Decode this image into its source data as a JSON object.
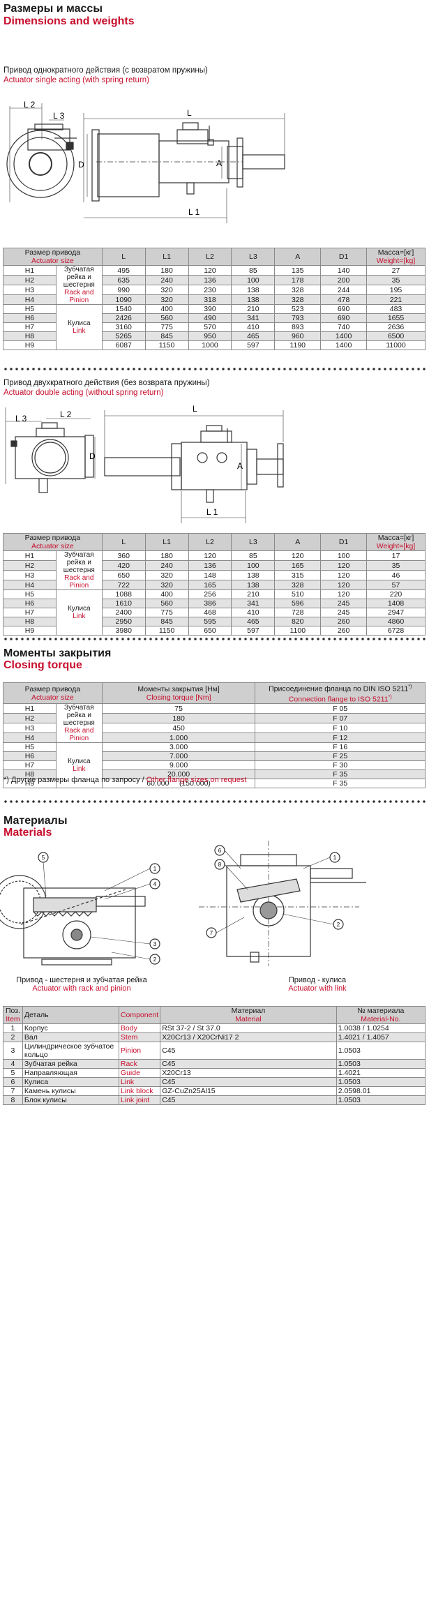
{
  "sec1": {
    "title_ru": "Размеры и массы",
    "title_en": "Dimensions and weights"
  },
  "single": {
    "cap_ru": "Привод однократного действия (с возвратом пружины)",
    "cap_en": "Actuator single acting (with spring return)",
    "dim": {
      "L": "L",
      "L1": "L 1",
      "L2": "L 2",
      "L3": "L 3",
      "D": "D",
      "A": "A"
    }
  },
  "head": {
    "size_ru": "Размер привода",
    "size_en": "Actuator size",
    "mass_ru": "Масса=[кг]",
    "mass_en": "Weight=[kg]",
    "cols": [
      "L",
      "L1",
      "L2",
      "L3",
      "A",
      "D1"
    ]
  },
  "types": {
    "rack_ru": [
      "Зубчатая",
      "рейка и",
      "шестерня"
    ],
    "rack_en": [
      "Rack and",
      "Pinion"
    ],
    "link_ru": "Кулиса",
    "link_en": "Link"
  },
  "table1": [
    [
      "H1",
      "495",
      "180",
      "120",
      "85",
      "135",
      "140",
      "27"
    ],
    [
      "H2",
      "635",
      "240",
      "136",
      "100",
      "178",
      "200",
      "35"
    ],
    [
      "H3",
      "990",
      "320",
      "230",
      "138",
      "328",
      "244",
      "195"
    ],
    [
      "H4",
      "1090",
      "320",
      "318",
      "138",
      "328",
      "478",
      "221"
    ],
    [
      "H5",
      "1540",
      "400",
      "390",
      "210",
      "523",
      "690",
      "483"
    ],
    [
      "H6",
      "2426",
      "560",
      "490",
      "341",
      "793",
      "690",
      "1655"
    ],
    [
      "H7",
      "3160",
      "775",
      "570",
      "410",
      "893",
      "740",
      "2636"
    ],
    [
      "H8",
      "5265",
      "845",
      "950",
      "465",
      "960",
      "1400",
      "6500"
    ],
    [
      "H9",
      "6087",
      "1150",
      "1000",
      "597",
      "1190",
      "1400",
      "11000"
    ]
  ],
  "double": {
    "cap_ru": "Привод двухкратного действия (без возврата пружины)",
    "cap_en": "Actuator double acting (without spring return)"
  },
  "table2": [
    [
      "H1",
      "360",
      "180",
      "120",
      "85",
      "120",
      "100",
      "17"
    ],
    [
      "H2",
      "420",
      "240",
      "136",
      "100",
      "165",
      "120",
      "35"
    ],
    [
      "H3",
      "650",
      "320",
      "148",
      "138",
      "315",
      "120",
      "46"
    ],
    [
      "H4",
      "722",
      "320",
      "165",
      "138",
      "328",
      "120",
      "57"
    ],
    [
      "H5",
      "1088",
      "400",
      "256",
      "210",
      "510",
      "120",
      "220"
    ],
    [
      "H6",
      "1610",
      "560",
      "386",
      "341",
      "596",
      "245",
      "1408"
    ],
    [
      "H7",
      "2400",
      "775",
      "468",
      "410",
      "728",
      "245",
      "2947"
    ],
    [
      "H8",
      "2950",
      "845",
      "595",
      "465",
      "820",
      "260",
      "4860"
    ],
    [
      "H9",
      "3980",
      "1150",
      "650",
      "597",
      "1100",
      "260",
      "6728"
    ]
  ],
  "sec2": {
    "title_ru": "Моменты закрытия",
    "title_en": "Closing torque"
  },
  "torque": {
    "head_torque_ru": "Моменты закрытия [Нм]",
    "head_torque_en": "Closing torque [Nm]",
    "head_flange_ru": "Присоединение фланца по DIN ISO 5211",
    "head_flange_en": "Connection flange to ISO 5211",
    "sup": "*)",
    "rows": [
      [
        "H1",
        "75",
        "F 05"
      ],
      [
        "H2",
        "180",
        "F 07"
      ],
      [
        "H3",
        "450",
        "F 10"
      ],
      [
        "H4",
        "1.000",
        "F 12"
      ],
      [
        "H5",
        "3.000",
        "F 16"
      ],
      [
        "H6",
        "7.000",
        "F 25"
      ],
      [
        "H7",
        "9.000",
        "F 30"
      ],
      [
        "H8",
        "20.000",
        "F 35"
      ],
      [
        "H9",
        "60.000     (150.000)",
        "F 35"
      ]
    ],
    "note_ru": "*) Другие размеры фланца по запросу /",
    "note_en": "Other flange sizes on request"
  },
  "sec3": {
    "title_ru": "Материалы",
    "title_en": "Materials"
  },
  "mat_diagrams": {
    "left_ru": "Привод - шестерня и зубчатая рейка",
    "left_en": "Actuator with rack and pinion",
    "right_ru": "Привод - кулиса",
    "right_en": "Actuator with link",
    "left_nums": [
      "5",
      "1",
      "4",
      "3",
      "2"
    ],
    "right_nums": [
      "6",
      "8",
      "1",
      "2",
      "7"
    ]
  },
  "materials": {
    "head": {
      "pos_ru": "Поз.",
      "pos_en": "Item",
      "part_ru": "Деталь",
      "part_en": "Component",
      "mat_ru": "Материал",
      "mat_en": "Material",
      "no_ru": "№ материала",
      "no_en": "Material-No."
    },
    "rows": [
      [
        "1",
        "Корпус",
        "Body",
        "RSt 37-2 / St 37.0",
        "1.0038 / 1.0254"
      ],
      [
        "2",
        "Вал",
        "Stem",
        "X20Cr13 / X20CrNi17 2",
        "1.4021 / 1.4057"
      ],
      [
        "3",
        "Цилиндрическое зубчатое кольцо",
        "Pinion",
        "C45",
        "1.0503"
      ],
      [
        "4",
        "Зубчатая рейка",
        "Rack",
        "C45",
        "1.0503"
      ],
      [
        "5",
        "Направляющая",
        "Guide",
        "X20Cr13",
        "1.4021"
      ],
      [
        "6",
        "Кулиса",
        "Link",
        "C45",
        "1.0503"
      ],
      [
        "7",
        "Камень кулисы",
        "Link block",
        "GZ-CuZn25Al15",
        "2.0598.01"
      ],
      [
        "8",
        "Блок кулисы",
        "Link joint",
        "C45",
        "1.0503"
      ]
    ]
  }
}
